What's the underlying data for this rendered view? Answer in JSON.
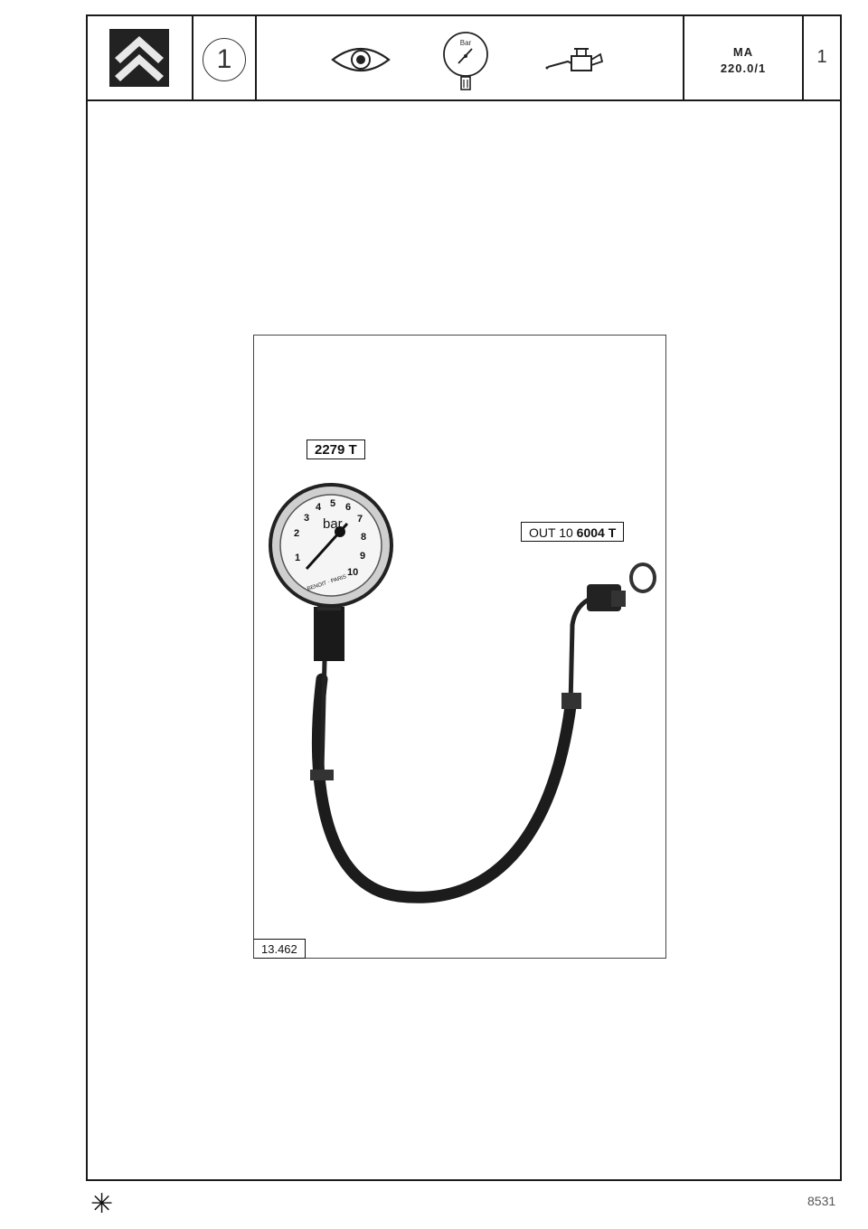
{
  "header": {
    "section_number": "1",
    "icons": [
      "citroen-chevron-logo",
      "eye-icon",
      "pressure-gauge-icon",
      "oil-can-icon"
    ],
    "gauge_icon_label": "Bar",
    "ref_line1": "MA",
    "ref_line2": "220.0/1",
    "page": "1"
  },
  "figure": {
    "label_gauge": "2279 T",
    "label_out_prefix": "OUT 10 ",
    "label_out_bold": "6004 T",
    "figure_number": "13.462",
    "dial_numbers": [
      "1",
      "2",
      "3",
      "4",
      "5",
      "6",
      "7",
      "8",
      "9",
      "10"
    ],
    "dial_unit": "bar",
    "dial_brand": "BENOIT · PARIS"
  },
  "footer": {
    "mark": "✳",
    "code": "8531"
  }
}
